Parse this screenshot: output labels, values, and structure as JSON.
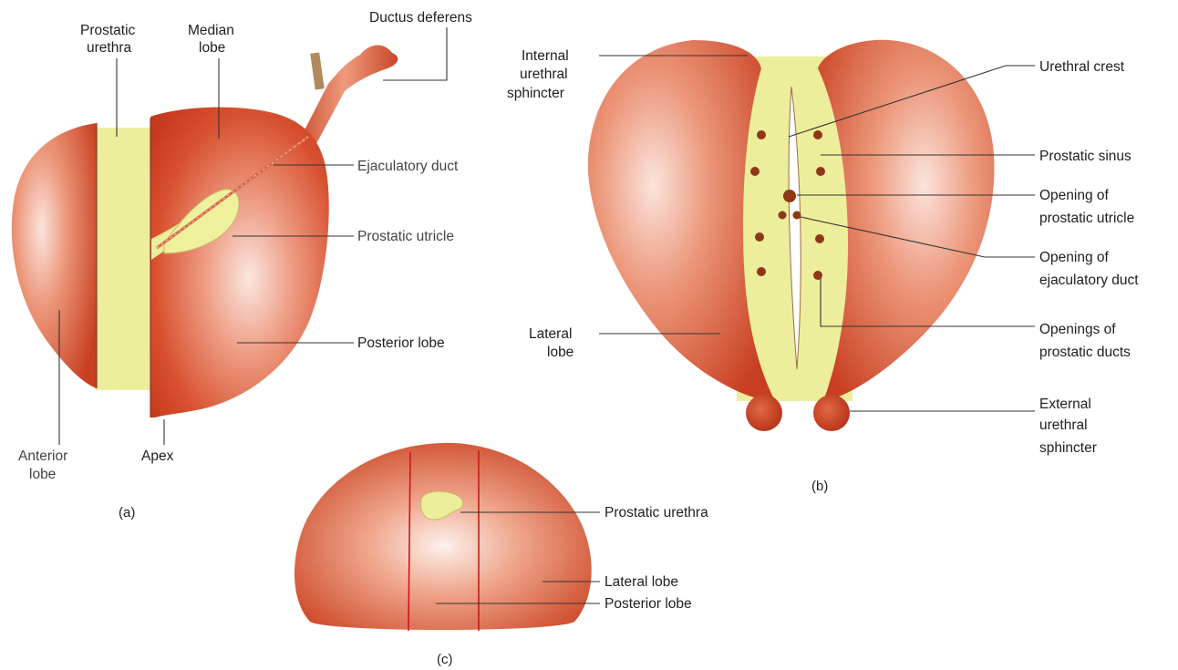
{
  "figure": {
    "colors": {
      "tissue_light": "#f6d7cc",
      "tissue_mid": "#e07352",
      "tissue_dark": "#c83a1f",
      "urethra": "#ecee9c",
      "duct_openings": "#8e3818",
      "septum_lines": "#c8191d"
    },
    "panel_a": {
      "caption": "(a)",
      "labels": {
        "prostatic_urethra": [
          "Prostatic",
          "urethra"
        ],
        "median_lobe": [
          "Median",
          "lobe"
        ],
        "ductus_deferens": "Ductus deferens",
        "ejaculatory_duct": "Ejaculatory duct",
        "prostatic_utricle": "Prostatic utricle",
        "posterior_lobe": "Posterior lobe",
        "anterior_lobe": [
          "Anterior",
          "lobe"
        ],
        "apex": "Apex"
      }
    },
    "panel_b": {
      "caption": "(b)",
      "labels": {
        "internal_sphincter": [
          "Internal",
          "urethral",
          "sphincter"
        ],
        "lateral_lobe": [
          "Lateral",
          "lobe"
        ],
        "urethral_crest": "Urethral crest",
        "prostatic_sinus": "Prostatic sinus",
        "opening_utricle": [
          "Opening of",
          "prostatic utricle"
        ],
        "opening_ejaculatory": [
          "Opening of",
          "ejaculatory duct"
        ],
        "openings_prostatic_ducts": [
          "Openings of",
          "prostatic ducts"
        ],
        "external_sphincter": [
          "External",
          "urethral",
          "sphincter"
        ]
      }
    },
    "panel_c": {
      "caption": "(c)",
      "labels": {
        "prostatic_urethra": "Prostatic urethra",
        "lateral_lobe": "Lateral lobe",
        "posterior_lobe": "Posterior lobe"
      }
    }
  }
}
